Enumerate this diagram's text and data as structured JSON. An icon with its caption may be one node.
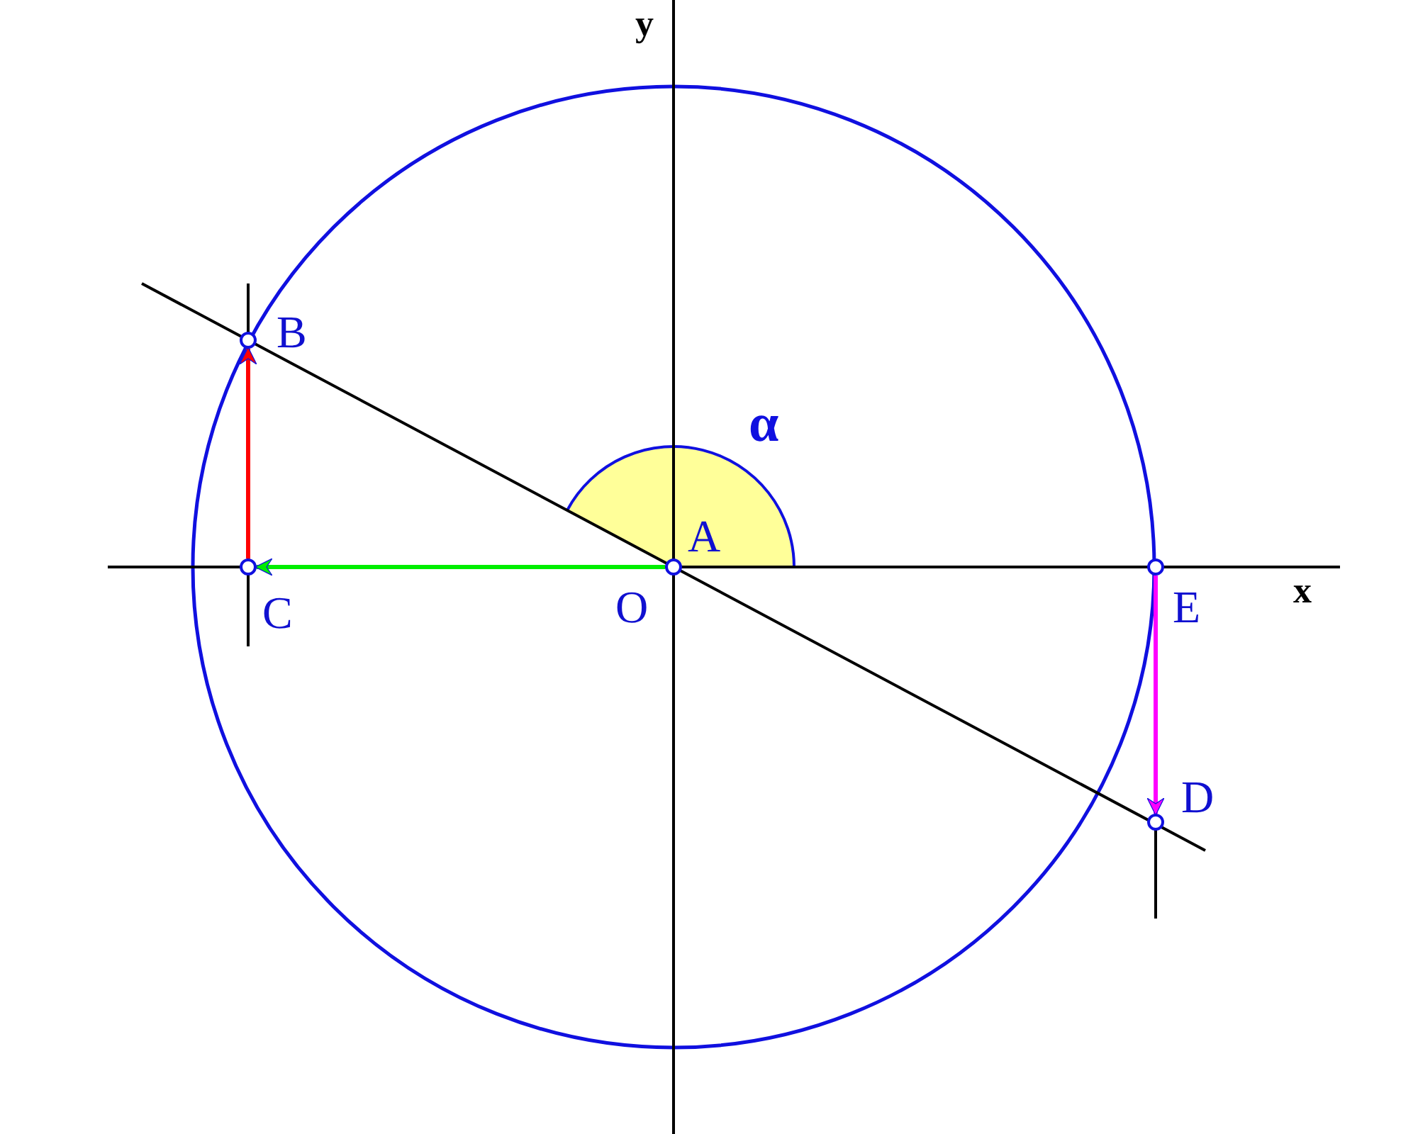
{
  "diagram": {
    "nodes": [
      {
        "text": [
          "B"
        ]
      },
      {
        "text": [
          "A"
        ]
      },
      {
        "text": [
          "C"
        ]
      },
      {
        "text": [
          "E"
        ]
      },
      {
        "text": [
          "D"
        ]
      }
    ],
    "edges": [
      {
        "from": 2,
        "to": 0,
        "arrow": "to",
        "color": "#ff0000"
      },
      {
        "from": 1,
        "to": 2,
        "arrow": "to",
        "color": "#00ee00"
      },
      {
        "from": 3,
        "to": 4,
        "arrow": "to",
        "color": "#ff00ff"
      }
    ],
    "labels": [
      "y",
      "α",
      "O",
      "x"
    ]
  }
}
